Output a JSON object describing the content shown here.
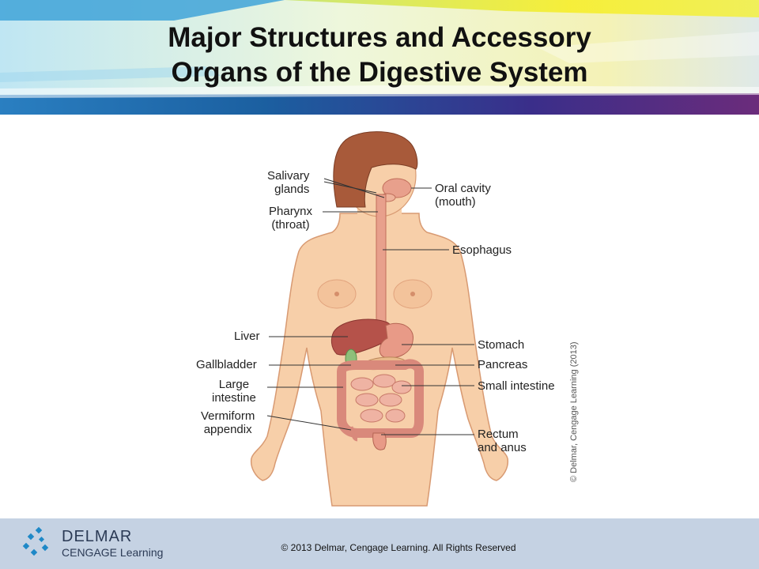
{
  "slide": {
    "title_line1": "Major Structures and Accessory",
    "title_line2": "Organs of the Digestive System"
  },
  "diagram": {
    "labels": {
      "salivary": [
        "Salivary",
        "glands"
      ],
      "pharynx": [
        "Pharynx",
        "(throat)"
      ],
      "liver": "Liver",
      "gallbladder": "Gallbladder",
      "large_intestine": [
        "Large",
        "intestine"
      ],
      "appendix": [
        "Vermiform",
        "appendix"
      ],
      "oral_cavity": [
        "Oral cavity",
        "(mouth)"
      ],
      "esophagus": "Esophagus",
      "stomach": "Stomach",
      "pancreas": "Pancreas",
      "small_intestine": "Small intestine",
      "rectum": [
        "Rectum",
        "and anus"
      ]
    },
    "image_credit": "© Delmar, Cengage Learning (2013)"
  },
  "footer": {
    "logo_name": "DELMAR",
    "logo_sub": "CENGAGE Learning",
    "copyright": "© 2013 Delmar, Cengage Learning. All Rights Reserved"
  },
  "colors": {
    "skin": "#f7cfa9",
    "skin_shade": "#e9ad82",
    "hair": "#a85a3a",
    "organ": "#e8a08c",
    "liver": "#b5524a",
    "footer": "#c5d2e3"
  }
}
